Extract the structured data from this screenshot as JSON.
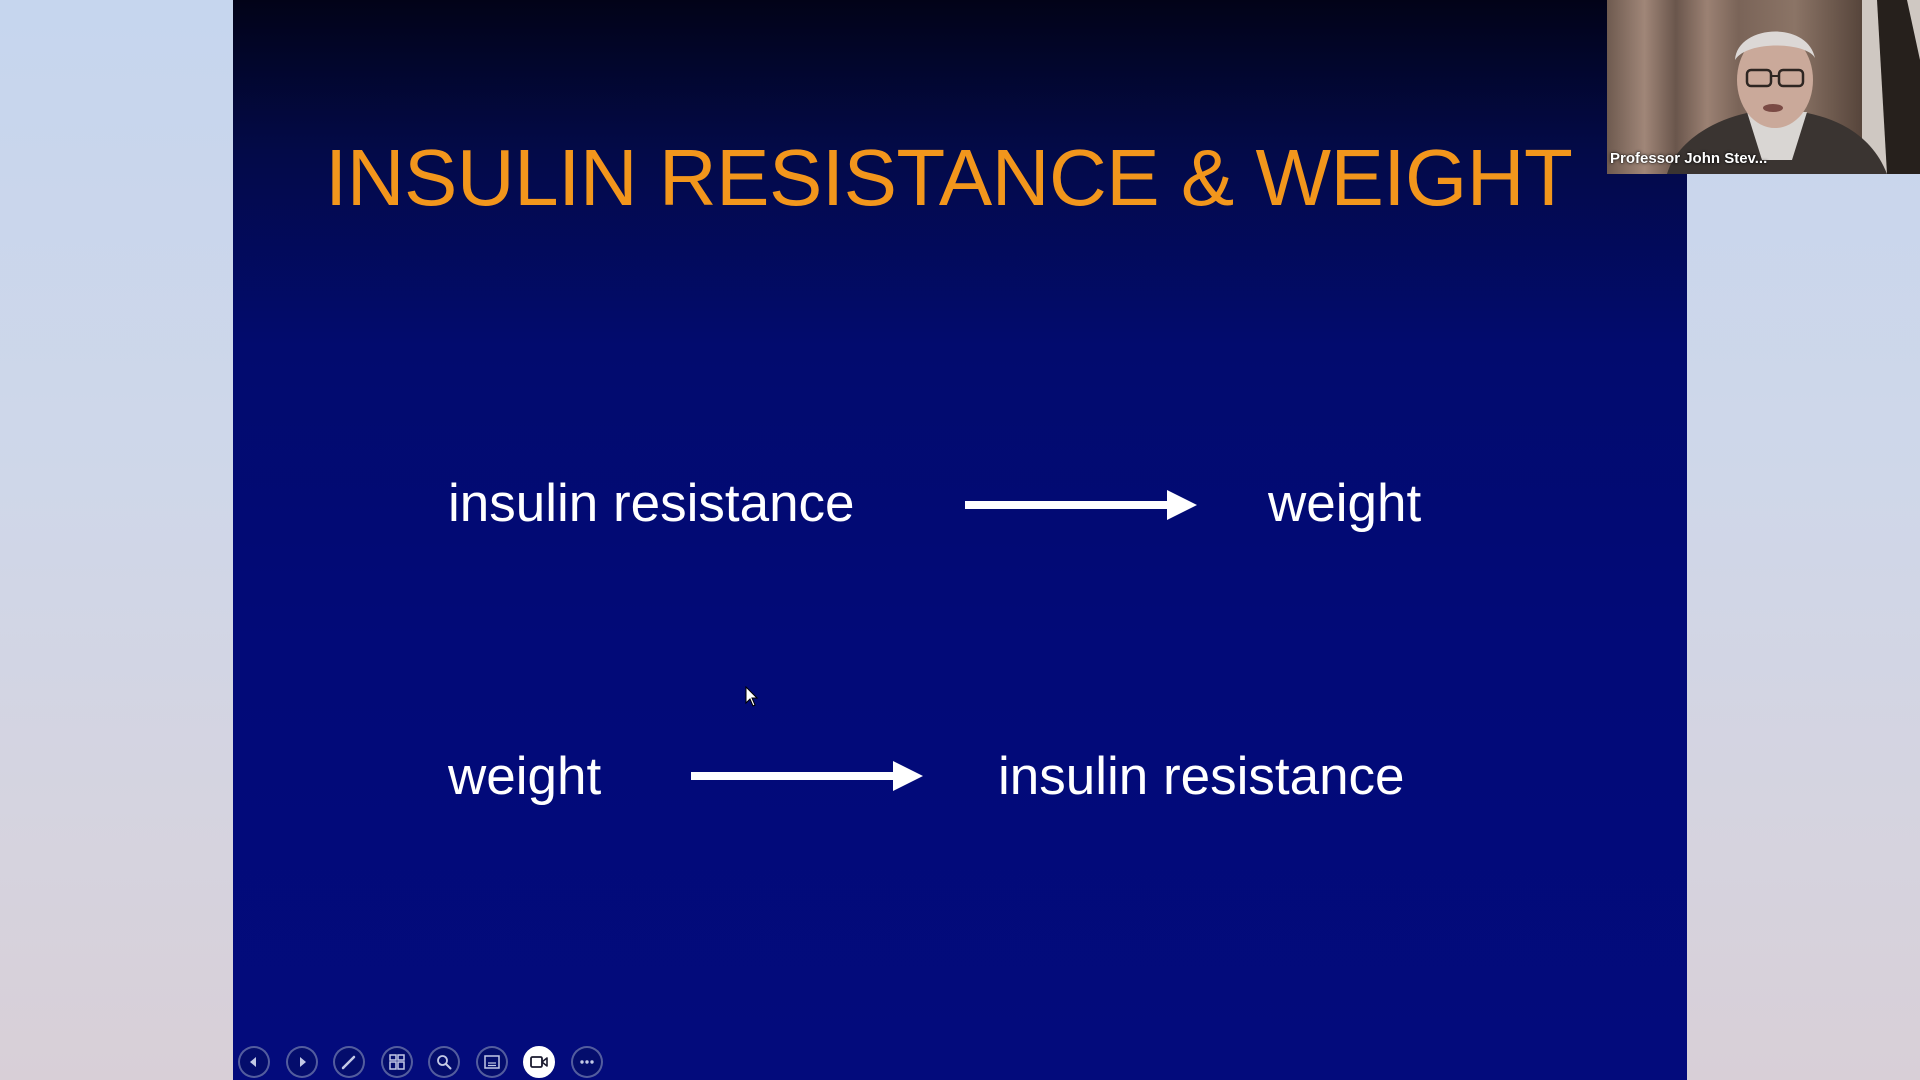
{
  "slide": {
    "title": "INSULIN RESISTANCE & WEIGHT",
    "rows": [
      {
        "left": "insulin resistance",
        "right": "weight"
      },
      {
        "left": "weight",
        "right": "insulin resistance"
      }
    ]
  },
  "participant": {
    "name": "Professor John Stev..."
  },
  "toolbar": {
    "buttons": [
      "previous-slide",
      "next-slide",
      "pen",
      "see-all-slides",
      "zoom",
      "subtitles",
      "camera",
      "more-options"
    ],
    "active": "camera"
  },
  "colors": {
    "title": "#f2961c",
    "slide_bg": "#020a78",
    "text": "#ffffff",
    "desktop_bg": "#cfd7e9"
  }
}
